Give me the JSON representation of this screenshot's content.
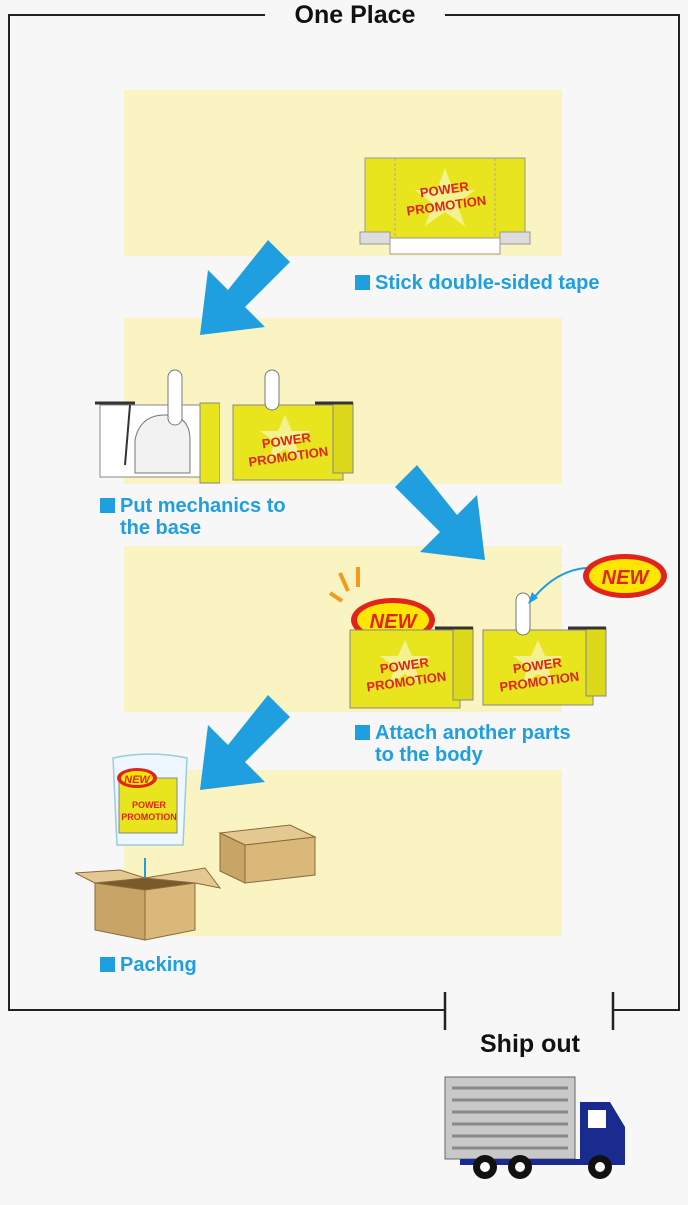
{
  "title": "One Place",
  "steps": [
    {
      "line1": "Stick double-sided tape",
      "line2": ""
    },
    {
      "line1": "Put mechanics to",
      "line2": "the base"
    },
    {
      "line1": "Attach another parts",
      "line2": "to the body"
    },
    {
      "line1": "Packing",
      "line2": ""
    }
  ],
  "product_text": {
    "line1": "POWER",
    "line2": "PROMOTION"
  },
  "badge_text": "NEW",
  "ship_out": "Ship out",
  "icons": [
    "arrow-icon",
    "truck-icon",
    "cardboard-box-icon",
    "product-box-icon",
    "new-badge-icon"
  ],
  "colors": {
    "accent": "#1f9fe0",
    "band": "#faf4c3",
    "product": "#e8e51f",
    "badge": "#e2231a",
    "truck_cab": "#1a2b8f"
  }
}
